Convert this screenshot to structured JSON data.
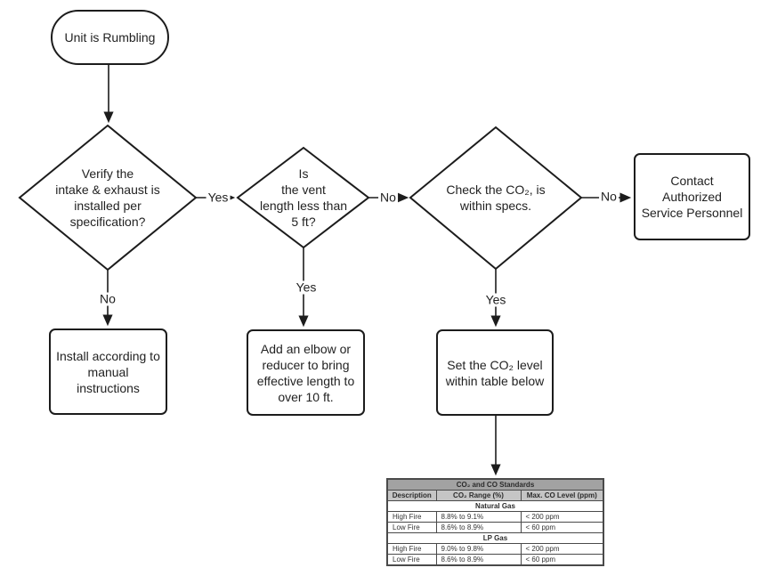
{
  "nodes": {
    "start": "Unit is Rumbling",
    "d1": "Verify the\nintake & exhaust is\ninstalled per\nspecification?",
    "d2": "Is\nthe vent\nlength less than\n5 ft?",
    "d3": "Check the CO₂, is\nwithin specs.",
    "install": "Install according to\nmanual\ninstructions",
    "elbow": "Add an elbow or\nreducer to bring\neffective length to\nover 10 ft.",
    "setco2": "Set the CO₂ level\nwithin table below",
    "contact": "Contact\nAuthorized\nService Personnel"
  },
  "labels": {
    "d1_yes": "Yes",
    "d1_no": "No",
    "d2_no": "No",
    "d2_yes": "Yes",
    "d3_no": "No",
    "d3_yes": "Yes"
  },
  "table": {
    "title": "CO₂ and CO Standards",
    "columns": [
      "Description",
      "CO₂ Range (%)",
      "Max. CO Level (ppm)"
    ],
    "sections": [
      {
        "name": "Natural Gas",
        "rows": [
          [
            "High Fire",
            "8.8% to 9.1%",
            "< 200 ppm"
          ],
          [
            "Low Fire",
            "8.6% to 8.9%",
            "< 60 ppm"
          ]
        ]
      },
      {
        "name": "LP Gas",
        "rows": [
          [
            "High Fire",
            "9.0% to 9.8%",
            "< 200 ppm"
          ],
          [
            "Low Fire",
            "8.6% to 8.9%",
            "< 60 ppm"
          ]
        ]
      }
    ]
  },
  "colors": {
    "shape_stroke": "#1c1c1c",
    "table_title_bg": "#a2a2a2",
    "table_header_bg": "#c5c5c5",
    "background": "#ffffff"
  }
}
